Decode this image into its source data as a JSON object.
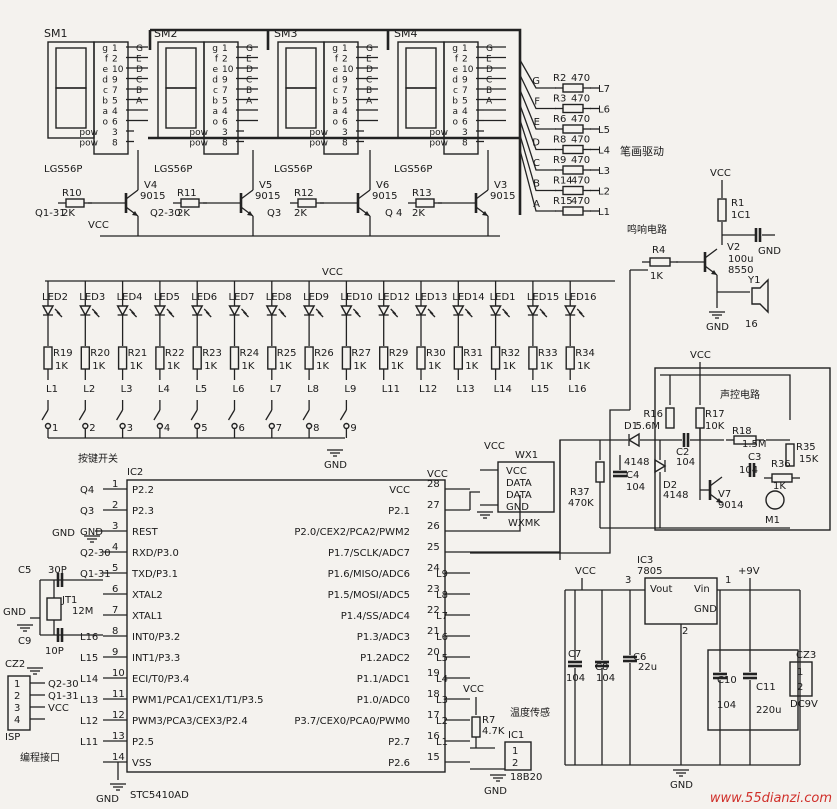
{
  "displays": [
    {
      "ref": "SM1",
      "part": "LGS56P"
    },
    {
      "ref": "SM2",
      "part": "LGS56P"
    },
    {
      "ref": "SM3",
      "part": "LGS56P"
    },
    {
      "ref": "SM4",
      "part": "LGS56P"
    }
  ],
  "seg_letters": [
    "g",
    "f",
    "e",
    "d",
    "c",
    "b",
    "a",
    "o",
    "pow",
    "pow"
  ],
  "seg_pins": [
    "1",
    "2",
    "10",
    "9",
    "7",
    "5",
    "4",
    "6",
    "3",
    "8"
  ],
  "seg_bus": [
    "G",
    "E",
    "D",
    "C",
    "B",
    "A"
  ],
  "seg_drive": [
    {
      "bus": "G",
      "res": "R2",
      "val": "470",
      "net": "L7"
    },
    {
      "bus": "F",
      "res": "R3",
      "val": "470",
      "net": "L6"
    },
    {
      "bus": "E",
      "res": "R6",
      "val": "470",
      "net": "L5"
    },
    {
      "bus": "D",
      "res": "R8",
      "val": "470",
      "net": "L4"
    },
    {
      "bus": "C",
      "res": "R9",
      "val": "470",
      "net": "L3"
    },
    {
      "bus": "B",
      "res": "R14",
      "val": "470",
      "net": "L2"
    },
    {
      "bus": "A",
      "res": "R15",
      "val": "470",
      "net": "L1"
    }
  ],
  "seg_drive_title": "笔画驱动",
  "digit_drivers": [
    {
      "net": "Q1-31",
      "res": "R10",
      "val": "2K",
      "tr": "V4",
      "type": "9015"
    },
    {
      "net": "Q2-30",
      "res": "R11",
      "val": "2K",
      "tr": "V5",
      "type": "9015"
    },
    {
      "net": "Q3",
      "res": "R12",
      "val": "2K",
      "tr": "V6",
      "type": "9015"
    },
    {
      "net": "Q 4",
      "res": "R13",
      "val": "2K",
      "tr": "V3",
      "type": "9015"
    }
  ],
  "vcc": "VCC",
  "gnd": "GND",
  "leds": [
    {
      "led": "LED2",
      "res": "R19",
      "val": "1K",
      "net": "L1",
      "sw": "1"
    },
    {
      "led": "LED3",
      "res": "R20",
      "val": "1K",
      "net": "L2",
      "sw": "2"
    },
    {
      "led": "LED4",
      "res": "R21",
      "val": "1K",
      "net": "L3",
      "sw": "3"
    },
    {
      "led": "LED5",
      "res": "R22",
      "val": "1K",
      "net": "L4",
      "sw": "4"
    },
    {
      "led": "LED6",
      "res": "R23",
      "val": "1K",
      "net": "L5",
      "sw": "5"
    },
    {
      "led": "LED7",
      "res": "R24",
      "val": "1K",
      "net": "L6",
      "sw": "6"
    },
    {
      "led": "LED8",
      "res": "R25",
      "val": "1K",
      "net": "L7",
      "sw": "7"
    },
    {
      "led": "LED9",
      "res": "R26",
      "val": "1K",
      "net": "L8",
      "sw": "8"
    },
    {
      "led": "LED10",
      "res": "R27",
      "val": "1K",
      "net": "L9",
      "sw": "9"
    },
    {
      "led": "LED12",
      "res": "R29",
      "val": "1K",
      "net": "L11",
      "sw": ""
    },
    {
      "led": "LED13",
      "res": "R30",
      "val": "1K",
      "net": "L12",
      "sw": ""
    },
    {
      "led": "LED14",
      "res": "R31",
      "val": "1K",
      "net": "L13",
      "sw": ""
    },
    {
      "led": "LED1",
      "res": "R32",
      "val": "1K",
      "net": "L14",
      "sw": ""
    },
    {
      "led": "LED15",
      "res": "R33",
      "val": "1K",
      "net": "L15",
      "sw": ""
    },
    {
      "led": "LED16",
      "res": "R34",
      "val": "1K",
      "net": "L16",
      "sw": ""
    }
  ],
  "key_title": "按键开关",
  "buzzer": {
    "title": "鸣响电路",
    "r4": "R4",
    "r4v": "1K",
    "r1": "R1",
    "r1v": "1C1",
    "c": "100u",
    "tr": "V2",
    "type": "8550",
    "spk": "Y1",
    "spkv": "16"
  },
  "voice": {
    "title": "声控电路",
    "r16": "R16",
    "r16v": "5.6M",
    "r17": "R17",
    "r17v": "10K",
    "r18": "R18",
    "r18v": "1.5M",
    "r35": "R35",
    "r35v": "15K",
    "d1": "D1",
    "d1v": "4148",
    "d2": "D2",
    "d2v": "4148",
    "c2": "C2",
    "c2v": "104",
    "c3": "C3",
    "c3v": "104",
    "c4": "C4",
    "c4v": "104",
    "r36": "R36",
    "r36v": "1K",
    "r37": "R37",
    "r37v": "470K",
    "tr": "V7",
    "type": "9014",
    "mic": "M1"
  },
  "mcu": {
    "ref": "IC2",
    "part": "STC5410AD",
    "left": [
      {
        "net": "Q4",
        "pin": "1",
        "name": "P2.2"
      },
      {
        "net": "Q3",
        "pin": "2",
        "name": "P2.3"
      },
      {
        "net": "GND",
        "pin": "3",
        "name": "REST"
      },
      {
        "net": "Q2-30",
        "pin": "4",
        "name": "RXD/P3.0"
      },
      {
        "net": "Q1-31",
        "pin": "5",
        "name": "TXD/P3.1"
      },
      {
        "net": "",
        "pin": "6",
        "name": "XTAL2"
      },
      {
        "net": "",
        "pin": "7",
        "name": "XTAL1"
      },
      {
        "net": "L16",
        "pin": "8",
        "name": "INT0/P3.2"
      },
      {
        "net": "L15",
        "pin": "9",
        "name": "INT1/P3.3"
      },
      {
        "net": "L14",
        "pin": "10",
        "name": "ECI/T0/P3.4"
      },
      {
        "net": "L13",
        "pin": "11",
        "name": "PWM1/PCA1/CEX1/T1/P3.5"
      },
      {
        "net": "L12",
        "pin": "12",
        "name": "PWM3/PCA3/CEX3/P2.4"
      },
      {
        "net": "L11",
        "pin": "13",
        "name": "P2.5"
      },
      {
        "net": "",
        "pin": "14",
        "name": "VSS"
      }
    ],
    "right": [
      {
        "pin": "28",
        "name": "VCC",
        "net": ""
      },
      {
        "pin": "27",
        "name": "P2.1",
        "net": ""
      },
      {
        "pin": "26",
        "name": "P2.0/CEX2/PCA2/PWM2",
        "net": ""
      },
      {
        "pin": "25",
        "name": "P1.7/SCLK/ADC7",
        "net": ""
      },
      {
        "pin": "24",
        "name": "P1.6/MISO/ADC6",
        "net": "L9"
      },
      {
        "pin": "23",
        "name": "P1.5/MOSI/ADC5",
        "net": "L8"
      },
      {
        "pin": "22",
        "name": "P1.4/SS/ADC4",
        "net": "L7"
      },
      {
        "pin": "21",
        "name": "P1.3/ADC3",
        "net": "L6"
      },
      {
        "pin": "20",
        "name": "P1.2ADC2",
        "net": "L5"
      },
      {
        "pin": "19",
        "name": "P1.1/ADC1",
        "net": "L4"
      },
      {
        "pin": "18",
        "name": "P1.0/ADC0",
        "net": "L3"
      },
      {
        "pin": "17",
        "name": "P3.7/CEX0/PCA0/PWM0",
        "net": "L2"
      },
      {
        "pin": "16",
        "name": "P2.7",
        "net": "L1"
      },
      {
        "pin": "15",
        "name": "P2.6",
        "net": ""
      }
    ]
  },
  "crystal": {
    "c5": "C5",
    "c5v": "30P",
    "c9": "C9",
    "c9v": "10P",
    "jt": "JT1",
    "jtv": "12M"
  },
  "isp": {
    "ref": "CZ2",
    "title": "编程接口",
    "label": "ISP",
    "pins": [
      "1",
      "2",
      "3",
      "4"
    ],
    "nets": [
      "Q2-30",
      "Q1-31",
      "VCC",
      ""
    ]
  },
  "wx": {
    "ref": "WX1",
    "part": "WXMK",
    "pins": [
      "VCC",
      "DATA",
      "DATA",
      "GND"
    ]
  },
  "temp": {
    "title": "温度传感",
    "r7": "R7",
    "r7v": "4.7K",
    "ic": "IC1",
    "part": "18B20",
    "pins": [
      "1",
      "2"
    ]
  },
  "power": {
    "ic": "IC3",
    "part": "7805",
    "vout": "Vout",
    "vin": "Vin",
    "gnd": "GND",
    "pin1": "1",
    "pin2": "2",
    "pin3": "3",
    "v9": "+9V",
    "c6": "C6",
    "c6v": "22u",
    "c7": "C7",
    "c7v": "104",
    "c8": "C8",
    "c8v": "104",
    "c10": "C10",
    "c10v": "104",
    "c11": "C11",
    "c11v": "220u",
    "cz3": "CZ3",
    "cz3v": "DC9V",
    "cz3p": [
      "1",
      "2"
    ]
  },
  "watermark": "www.55dianzi.com"
}
